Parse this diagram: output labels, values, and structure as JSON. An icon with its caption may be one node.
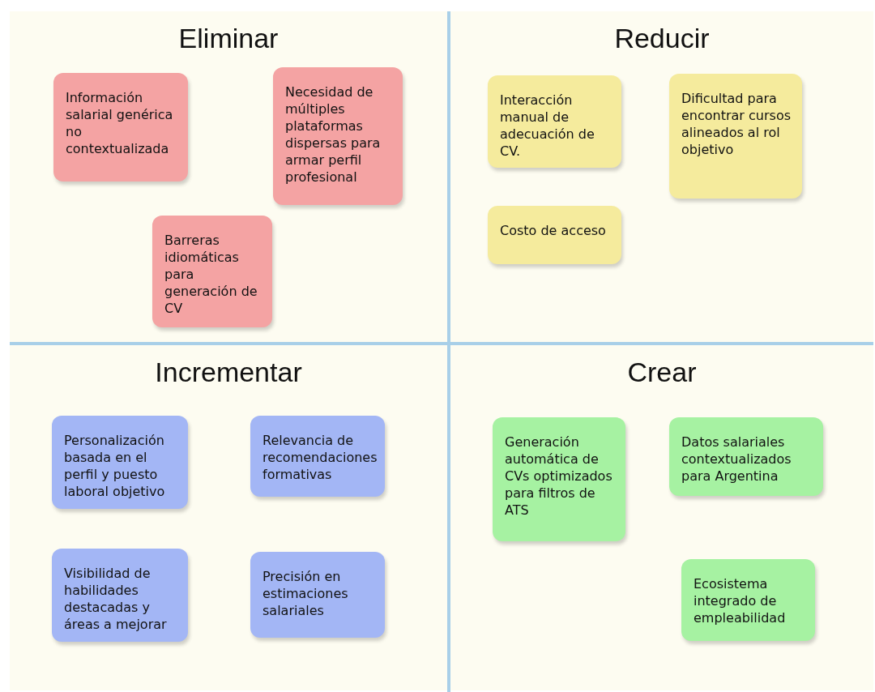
{
  "diagram": {
    "nodes": [
      {
        "text": [
          "Eliminar"
        ]
      },
      {
        "text": [
          "Información salarial genérica no contextualizada"
        ],
        "in": 0
      },
      {
        "text": [
          "Necesidad de múltiples plataformas dispersas para armar perfil profesional"
        ],
        "in": 0
      },
      {
        "text": [
          "Barreras idiomáticas para generación de CV"
        ],
        "in": 0
      },
      {
        "text": [
          "Reducir"
        ]
      },
      {
        "text": [
          "Interacción manual de adecuación de CV."
        ],
        "in": 4
      },
      {
        "text": [
          "Dificultad para encontrar cursos alineados al rol objetivo"
        ],
        "in": 4
      },
      {
        "text": [
          "Costo de acceso"
        ],
        "in": 4
      },
      {
        "text": [
          "Incrementar"
        ]
      },
      {
        "text": [
          "Personalización basada en el perfil y puesto laboral objetivo"
        ],
        "in": 8
      },
      {
        "text": [
          "Relevancia de recomendaciones formativas"
        ],
        "in": 8
      },
      {
        "text": [
          "Visibilidad de habilidades destacadas y áreas a mejorar"
        ],
        "in": 8
      },
      {
        "text": [
          "Precisión en estimaciones salariales"
        ],
        "in": 8
      },
      {
        "text": [
          "Crear"
        ]
      },
      {
        "text": [
          "Generación automática de CVs optimizados para filtros de ATS"
        ],
        "in": 13
      },
      {
        "text": [
          "Datos salariales contextualizados para Argentina"
        ],
        "in": 13
      },
      {
        "text": [
          "Ecosistema integrado de empleabilidad"
        ],
        "in": 13
      }
    ],
    "edges": []
  }
}
